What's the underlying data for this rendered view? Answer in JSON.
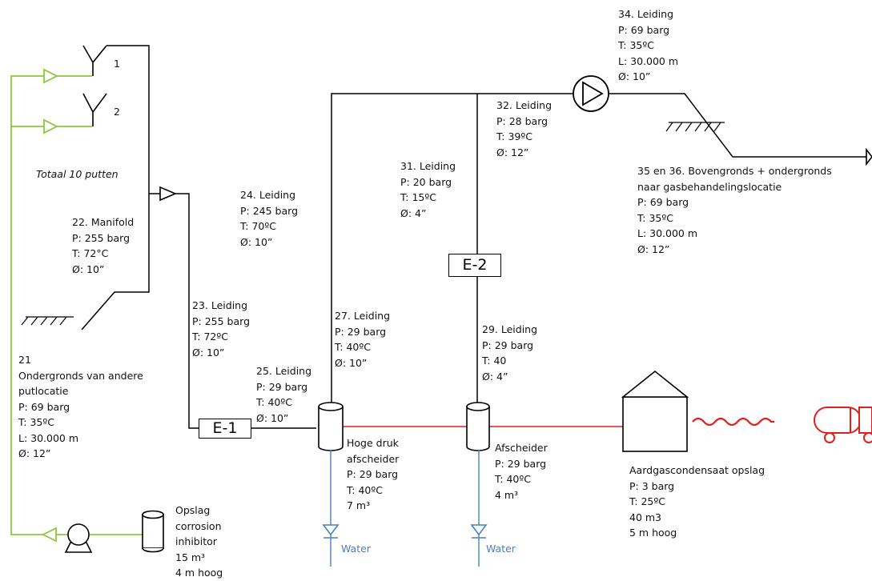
{
  "wells": {
    "well1_label": "1",
    "well2_label": "2",
    "total": "Totaal 10 putten"
  },
  "equipment": {
    "e1": "E-1",
    "e2": "E-2"
  },
  "streams": {
    "s22": [
      "22. Manifold",
      "P: 255 barg",
      "T: 72°C",
      "Ø: 10”"
    ],
    "s21": [
      "21",
      "Ondergronds van andere",
      "putlocatie",
      "P: 69 barg",
      "T: 35ºC",
      "L: 30.000 m",
      "Ø: 12”"
    ],
    "s23": [
      "23. Leiding",
      "P: 255 barg",
      "T: 72ºC",
      "Ø: 10”"
    ],
    "s24": [
      "24. Leiding",
      "P: 245 barg",
      "T: 70ºC",
      "Ø: 10”"
    ],
    "s25": [
      "25. Leiding",
      "P: 29 barg",
      "T: 40ºC",
      "Ø: 10”"
    ],
    "s27": [
      "27. Leiding",
      "P: 29 barg",
      "T: 40ºC",
      "Ø: 10”"
    ],
    "s29": [
      "29. Leiding",
      "P: 29 barg",
      "T: 40",
      "Ø: 4”"
    ],
    "s31": [
      "31. Leiding",
      "P: 20 barg",
      "T: 15ºC",
      "Ø: 4”"
    ],
    "s32": [
      "32. Leiding",
      "P: 28 barg",
      "T: 39ºC",
      "Ø: 12”"
    ],
    "s34": [
      "34. Leiding",
      "P: 69 barg",
      "T: 35ºC",
      "L: 30.000 m",
      "Ø: 10”"
    ],
    "s35": [
      "35 en 36. Bovengronds + ondergronds",
      "naar gasbehandelingslocatie",
      "P: 69 barg",
      "T: 35ºC",
      "L: 30.000 m",
      "Ø: 12”"
    ]
  },
  "vessels": {
    "hp_sep": [
      "Hoge druk",
      "afscheider",
      "P: 29 barg",
      "T: 40ºC",
      "7 m³"
    ],
    "sep": [
      "Afscheider",
      "P: 29 barg",
      "T: 40ºC",
      "4 m³"
    ],
    "condensate": [
      "Aardgascondensaat opslag",
      "P: 3 barg",
      "T: 25ºC",
      "40 m3",
      "5 m hoog"
    ],
    "corrosion": [
      "Opslag",
      "corrosion",
      "inhibitor",
      "15 m³",
      "4 m hoog"
    ]
  },
  "water": {
    "w1": "Water",
    "w2": "Water"
  },
  "colors": {
    "pipe": "#000000",
    "chemical_line": "#8dc63f",
    "condensate_line": "#e02020",
    "water_line": "#4a7fc1"
  }
}
